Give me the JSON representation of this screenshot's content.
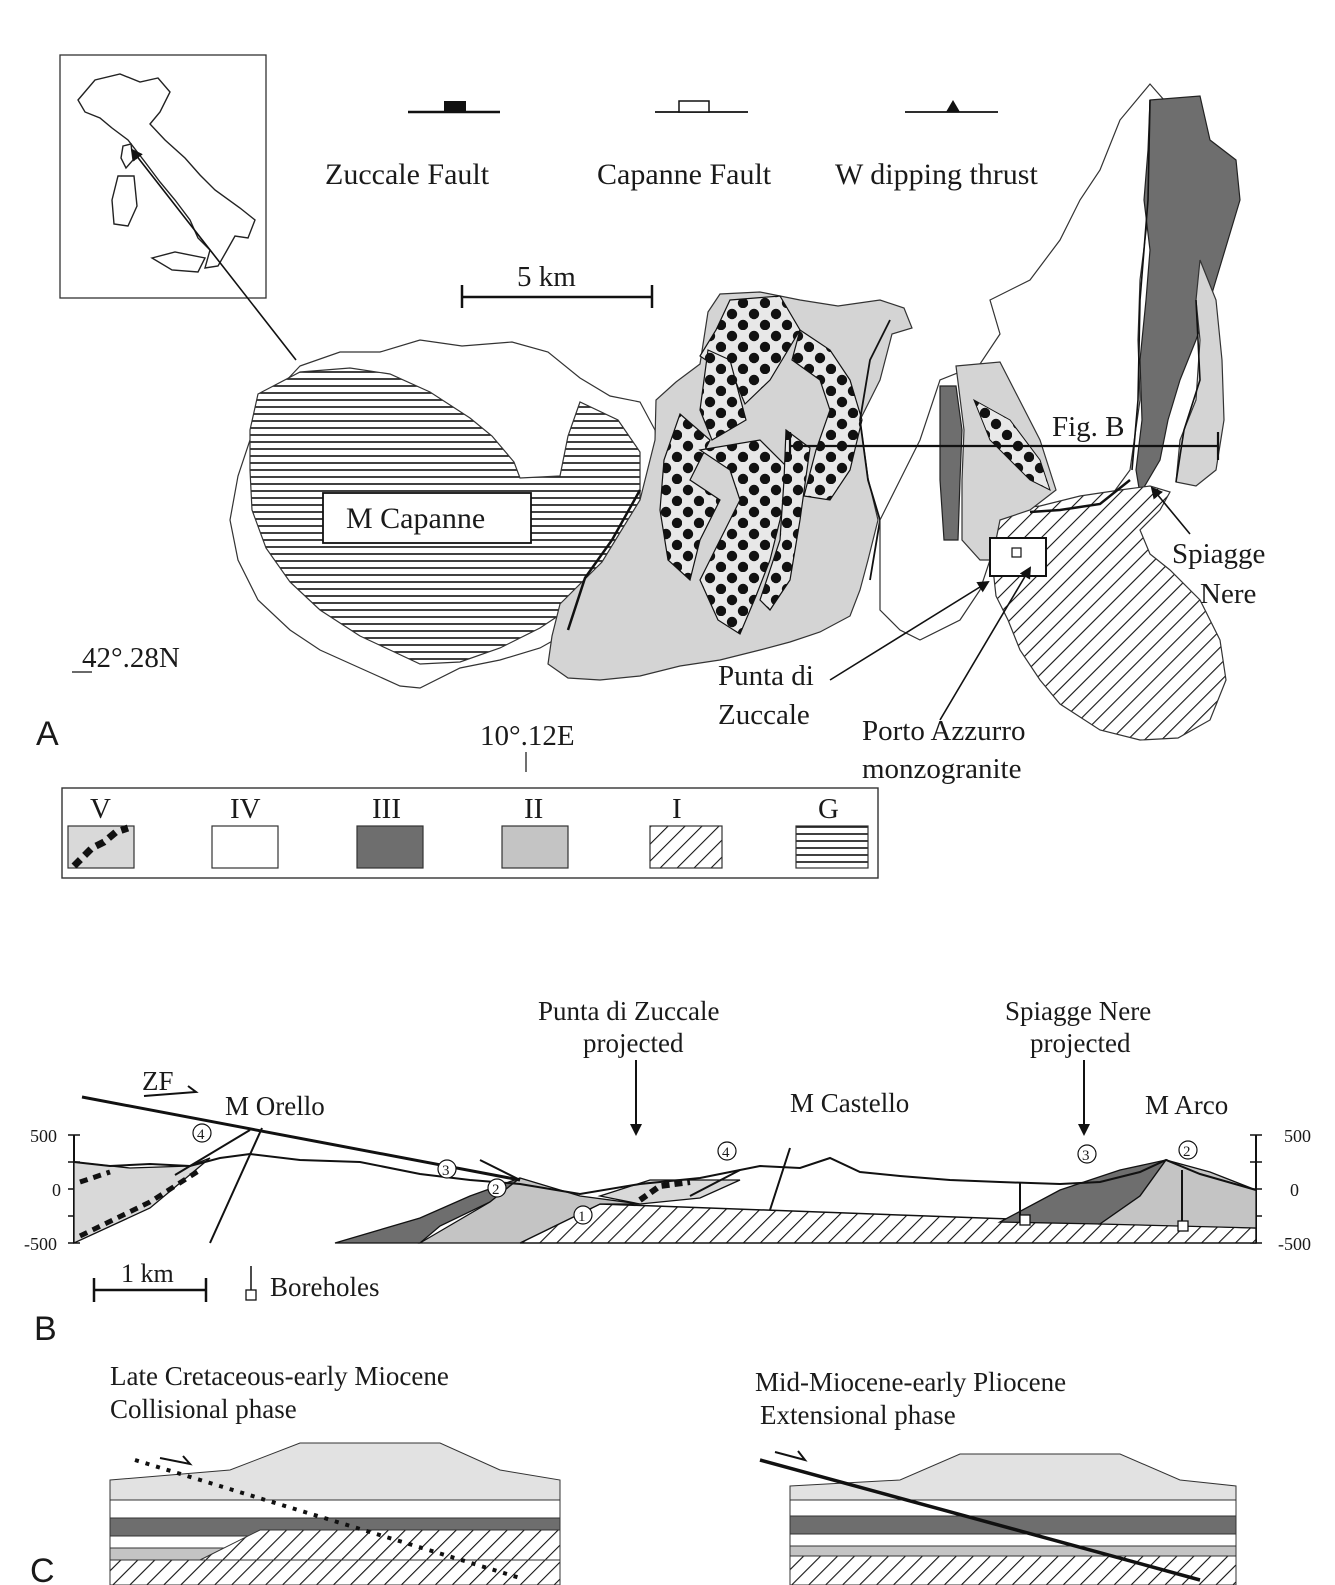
{
  "panels": {
    "a": "A",
    "b": "B",
    "c": "C"
  },
  "map": {
    "legend_top": {
      "zuccale": "Zuccale Fault",
      "capanne": "Capanne Fault",
      "thrust": "W dipping thrust"
    },
    "scale": "5 km",
    "labels": {
      "m_capanne": "M Capanne",
      "fig_b": "Fig. B",
      "spiagge_1": "Spiagge",
      "spiagge_2": "Nere",
      "punta_1": "Punta di",
      "punta_2": "Zuccale",
      "porto_1": "Porto Azzurro",
      "porto_2": "monzogranite",
      "latitude": "42°.28N",
      "longitude": "10°.12E"
    },
    "units_legend": [
      "V",
      "IV",
      "III",
      "II",
      "I",
      "G"
    ]
  },
  "section": {
    "label_punta_1": "Punta di Zuccale",
    "label_punta_2": "projected",
    "label_spiagge_1": "Spiagge Nere",
    "label_spiagge_2": "projected",
    "zf": "ZF",
    "m_orello": "M Orello",
    "m_castello": "M Castello",
    "m_arco": "M Arco",
    "axis_left": [
      "500",
      "0",
      "-500"
    ],
    "axis_right": [
      "500",
      "0",
      "-500"
    ],
    "circled": [
      "4",
      "3",
      "2",
      "1",
      "4",
      "3",
      "2"
    ],
    "scale": "1 km",
    "boreholes": "Boreholes"
  },
  "phases": {
    "left_1": "Late Cretaceous-early Miocene",
    "left_2": "Collisional phase",
    "right_1": "Mid-Miocene-early Pliocene",
    "right_2": "Extensional phase"
  },
  "colors": {
    "unit_V_bg": "#d9d9d9",
    "unit_III": "#6e6e6e",
    "unit_II": "#c4c4c4",
    "light_gray": "#e2e2e2",
    "line": "#111111"
  }
}
